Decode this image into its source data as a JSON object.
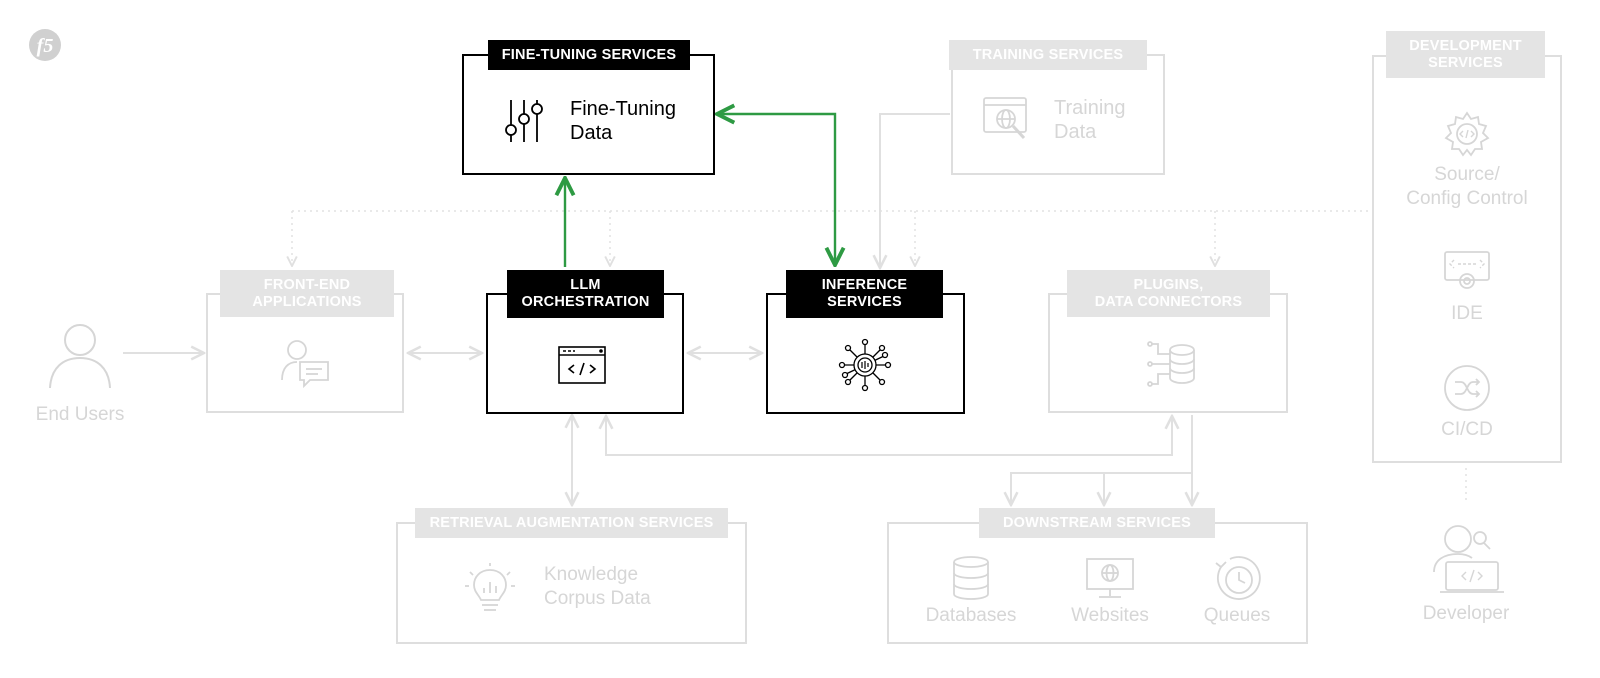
{
  "brand": {
    "logo_text": "f5"
  },
  "colors": {
    "active": "#000000",
    "inactive": "#dedede",
    "highlight_arrow": "#2e9a43",
    "dotted": "#e2e2e2"
  },
  "actors": {
    "end_users": "End Users",
    "developer": "Developer"
  },
  "services": {
    "fine_tuning": {
      "title": "FINE-TUNING SERVICES",
      "item": "Fine-Tuning\nData",
      "icon": "sliders-icon",
      "active": true
    },
    "training": {
      "title": "TRAINING SERVICES",
      "item": "Training\nData",
      "icon": "globe-search-icon",
      "active": false
    },
    "development": {
      "title": "DEVELOPMENT\nSERVICES",
      "items": [
        "Source/\nConfig Control",
        "IDE",
        "CI/CD"
      ],
      "icons": [
        "gear-code-icon",
        "ide-icon",
        "shuffle-icon"
      ],
      "active": false
    },
    "front_end": {
      "title": "FRONT-END\nAPPLICATIONS",
      "icon": "chat-user-icon",
      "active": false
    },
    "llm_orchestration": {
      "title": "LLM\nORCHESTRATION",
      "icon": "code-window-icon",
      "active": true
    },
    "inference": {
      "title": "INFERENCE\nSERVICES",
      "icon": "network-gear-icon",
      "active": true
    },
    "plugins": {
      "title": "PLUGINS,\nDATA CONNECTORS",
      "icon": "database-connector-icon",
      "active": false
    },
    "retrieval": {
      "title": "RETRIEVAL AUGMENTATION SERVICES",
      "item": "Knowledge\nCorpus Data",
      "icon": "lightbulb-chart-icon",
      "active": false
    },
    "downstream": {
      "title": "DOWNSTREAM SERVICES",
      "items": [
        "Databases",
        "Websites",
        "Queues"
      ],
      "icons": [
        "database-icon",
        "website-icon",
        "clock-refresh-icon"
      ],
      "active": false
    }
  }
}
